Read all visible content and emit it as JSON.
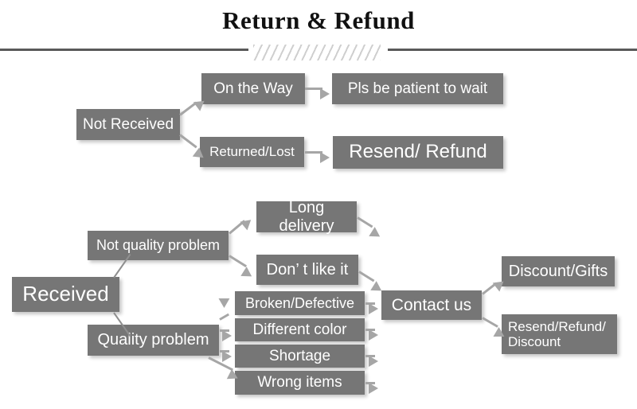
{
  "page": {
    "title": "Return & Refund",
    "watermark": "",
    "background_color": "#ffffff",
    "box_fill_color": "#767676",
    "box_text_color": "#ffffff",
    "arrow_color": "#a6a6a6",
    "divider_color": "#595959",
    "title_color": "#111111"
  },
  "divider": {
    "name": "decorative-divider",
    "hatch_label": ""
  },
  "flow": {
    "not_received_branch": {
      "root": {
        "label": "Not Received"
      },
      "nodes": [
        {
          "key": "on_the_way",
          "label": "On the Way"
        },
        {
          "key": "pls_be_patient",
          "label": "Pls be patient to wait"
        },
        {
          "key": "returned_lost",
          "label": "Returned/Lost"
        },
        {
          "key": "resend_refund",
          "label": "Resend/ Refund"
        }
      ]
    },
    "received_branch": {
      "root": {
        "label": "Received"
      },
      "categories": [
        {
          "key": "not_quality_problem",
          "label": "Not quality problem"
        },
        {
          "key": "quality_problem",
          "label": "Quality problem"
        }
      ],
      "not_quality_reasons": [
        {
          "key": "long_delivery",
          "label": "Long delivery"
        },
        {
          "key": "dont_like_it",
          "label": "Don’  t like it"
        }
      ],
      "quality_reasons": [
        {
          "key": "broken_defective",
          "label": "Broken/Defective"
        },
        {
          "key": "different_color",
          "label": "Different color"
        },
        {
          "key": "shortage",
          "label": "Shortage"
        },
        {
          "key": "wrong_items",
          "label": "Wrong items"
        }
      ],
      "hub": {
        "key": "contact_us",
        "label": "Contact us"
      },
      "outcomes": [
        {
          "key": "discount_gifts",
          "label": "Discount/Gifts"
        },
        {
          "key": "resend_refund_discount",
          "label": "Resend/Refund/\nDiscount"
        }
      ]
    }
  }
}
